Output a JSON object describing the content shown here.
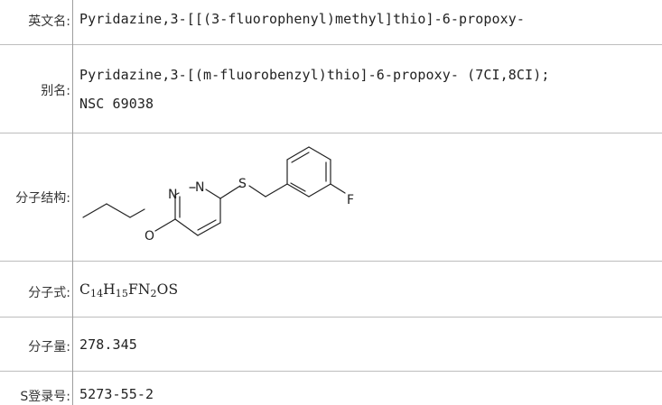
{
  "rows": {
    "english_name": {
      "label": "英文名:",
      "value": "Pyridazine,3-[[(3-fluorophenyl)methyl]thio]-6-propoxy-"
    },
    "alias": {
      "label": "别名:",
      "line1": "Pyridazine,3-[(m-fluorobenzyl)thio]-6-propoxy- (7CI,8CI);",
      "line2": "NSC 69038"
    },
    "structure": {
      "label": "分子结构:",
      "atoms": {
        "n1": "N",
        "n2": "N",
        "s": "S",
        "o": "O",
        "f": "F"
      }
    },
    "formula": {
      "label": "分子式:",
      "c": "C",
      "c_n": "14",
      "h": "H",
      "h_n": "15",
      "fn": "FN",
      "n_n": "2",
      "os": "OS"
    },
    "weight": {
      "label": "分子量:",
      "value": "278.345"
    },
    "cas": {
      "label": "S登录号:",
      "value": "5273-55-2"
    }
  }
}
